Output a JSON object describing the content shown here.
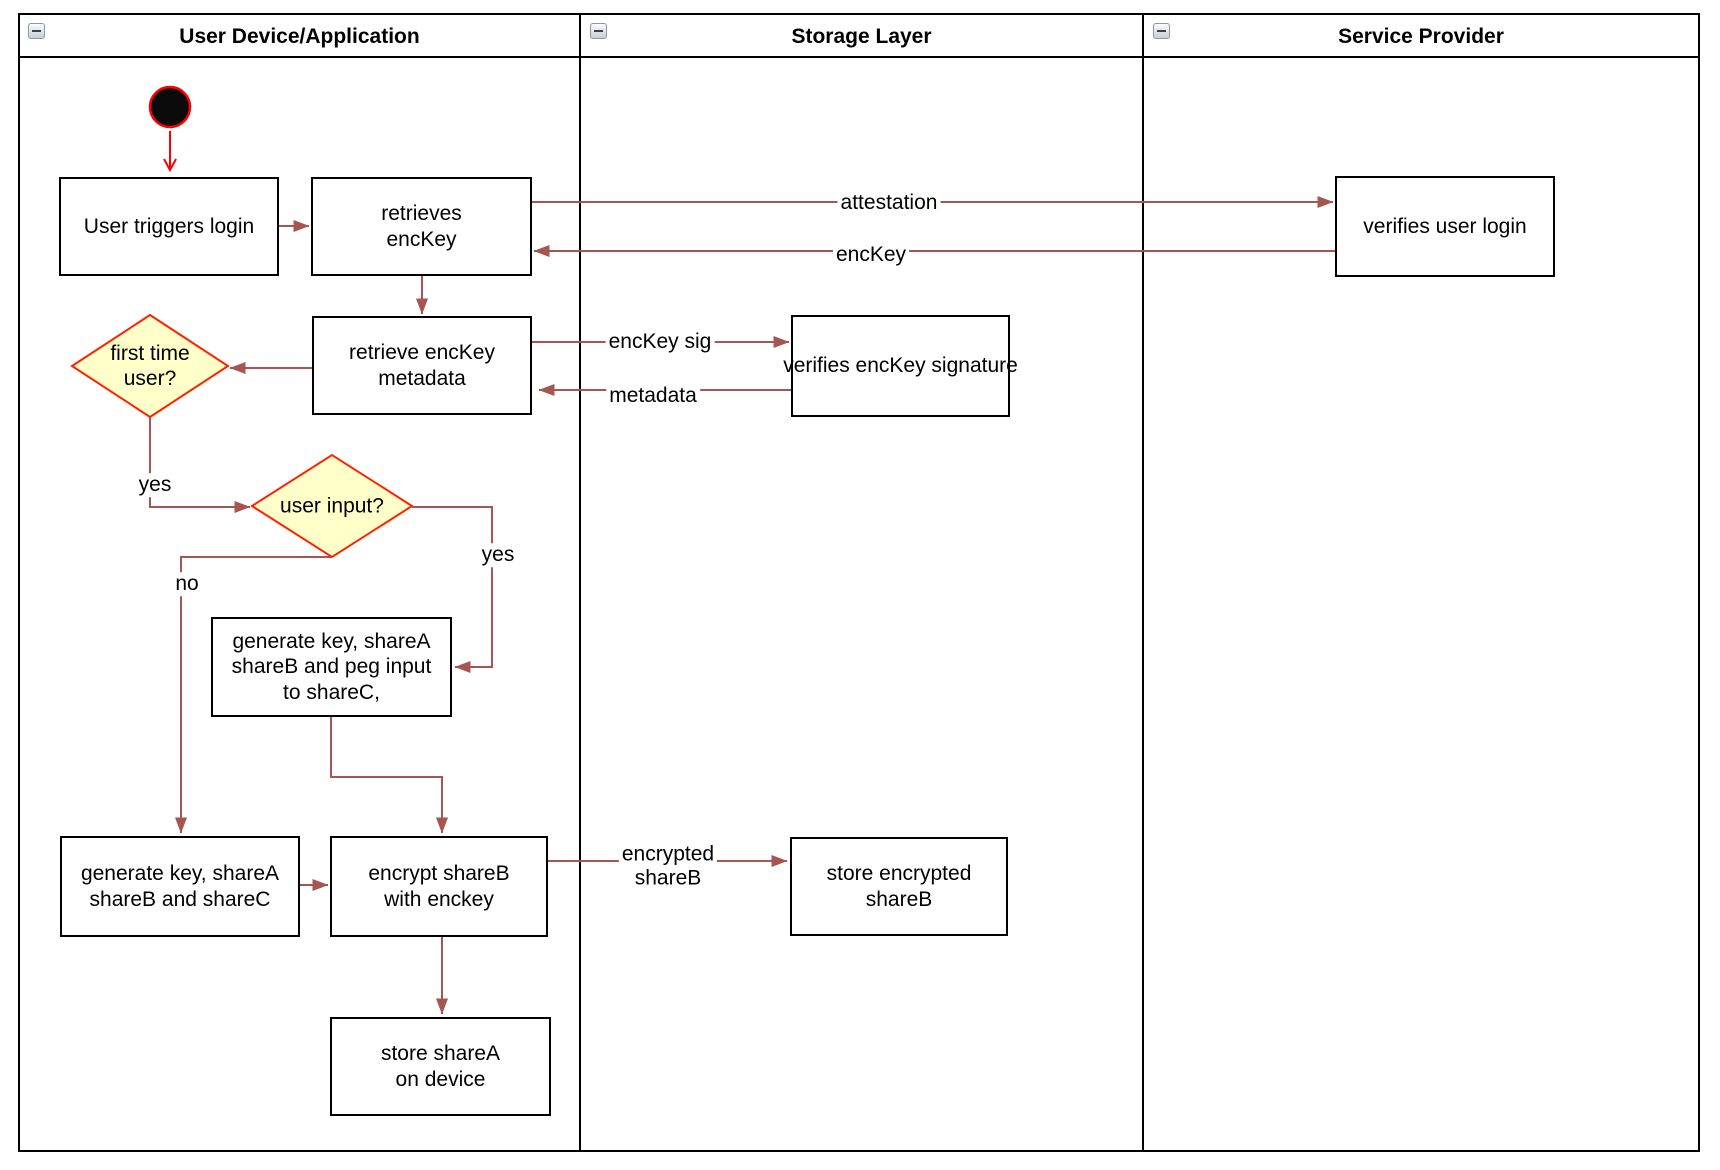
{
  "pool": {
    "lanes": [
      {
        "title": "User Device/Application"
      },
      {
        "title": "Storage Layer"
      },
      {
        "title": "Service Provider"
      }
    ]
  },
  "nodes": {
    "user_triggers_login": "User triggers login",
    "retrieves_enckey": "retrieves\nencKey",
    "verifies_user_login": "verifies user login",
    "retrieve_enckey_metadata": "retrieve encKey\nmetadata",
    "verifies_enckey_signature": "verifies encKey signature",
    "first_time_user": "first time\nuser?",
    "user_input": "user input?",
    "generate_key_peg": "generate key, shareA\nshareB and peg input\nto shareC,",
    "generate_key_abc": "generate key, shareA\nshareB and shareC",
    "encrypt_shareb": "encrypt shareB\nwith enckey",
    "store_encrypted_shareb": "store encrypted\nshareB",
    "store_sharea": "store shareA\non device"
  },
  "edge_labels": {
    "attestation": "attestation",
    "enckey": "encKey",
    "enckey_sig": "encKey sig",
    "metadata": "metadata",
    "yes_first_time": "yes",
    "yes_user_input": "yes",
    "no_user_input": "no",
    "encrypted_shareb": "encrypted\nshareB"
  },
  "colors": {
    "edge": "#A65550",
    "start_edge": "#FF0000",
    "diamond_fill": "#FFFFC9",
    "diamond_stroke": "#FF2200",
    "node_fill": "#FFFFFF",
    "node_stroke": "#000000",
    "lane_border": "#000000",
    "start_node_fill": "#0A0A0A"
  }
}
